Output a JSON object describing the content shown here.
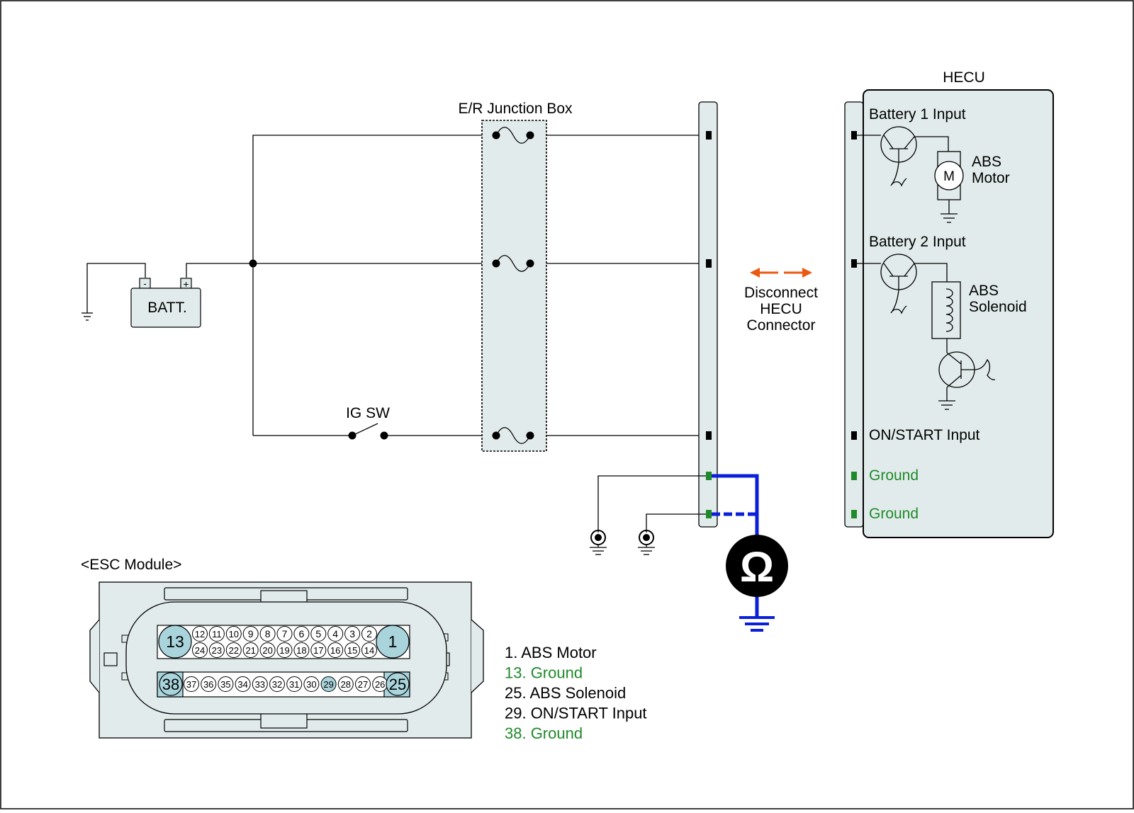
{
  "labels": {
    "junction_box": "E/R Junction Box",
    "hecu": "HECU",
    "battery": "BATT.",
    "batt_minus": "-",
    "batt_plus": "+",
    "ig_sw": "IG SW",
    "disconnect_line1": "Disconnect",
    "disconnect_line2": "HECU",
    "disconnect_line3": "Connector",
    "battery1_input": "Battery 1 Input",
    "battery2_input": "Battery 2 Input",
    "abs_motor_line1": "ABS",
    "abs_motor_line2": "Motor",
    "motor_symbol": "M",
    "abs_solenoid_line1": "ABS",
    "abs_solenoid_line2": "Solenoid",
    "on_start_input": "ON/START Input",
    "ground_1": "Ground",
    "ground_2": "Ground",
    "ohm_symbol": "Ω",
    "esc_module_title": "<ESC Module>"
  },
  "connector": {
    "big_pins": [
      "13",
      "1",
      "38",
      "25"
    ],
    "row1": [
      "12",
      "11",
      "10",
      "9",
      "8",
      "7",
      "6",
      "5",
      "4",
      "3",
      "2"
    ],
    "row2": [
      "24",
      "23",
      "22",
      "21",
      "20",
      "19",
      "18",
      "17",
      "16",
      "15",
      "14"
    ],
    "row3": [
      "37",
      "36",
      "35",
      "34",
      "33",
      "32",
      "31",
      "30",
      "29",
      "28",
      "27",
      "26"
    ],
    "highlight_pin": "29"
  },
  "legend": [
    {
      "text": "1. ABS Motor",
      "color": "#000000"
    },
    {
      "text": "13. Ground",
      "color": "#1f8a2a"
    },
    {
      "text": "25. ABS Solenoid",
      "color": "#000000"
    },
    {
      "text": "29. ON/START Input",
      "color": "#000000"
    },
    {
      "text": "38. Ground",
      "color": "#1f8a2a"
    }
  ],
  "colors": {
    "panel_fill": "#e2ebeb",
    "pin_highlight": "#a9d4dc",
    "ground_green": "#1f8a2a",
    "meter_blue": "#0a1fd8",
    "arrow_orange": "#ea5a12"
  }
}
